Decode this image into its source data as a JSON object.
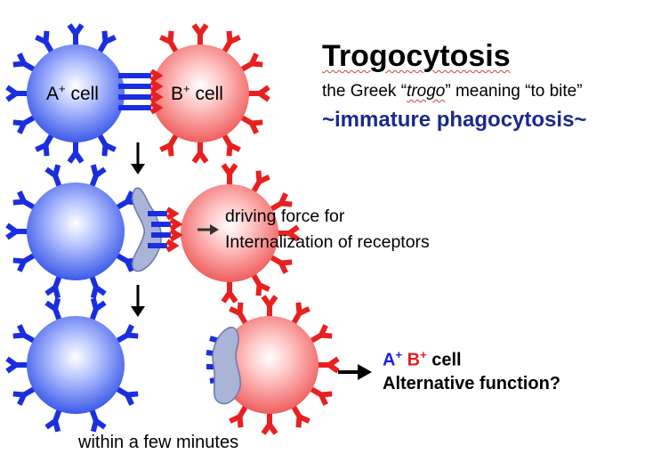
{
  "title": "Trogocytosis",
  "subtitle": {
    "prefix": "the Greek “",
    "word": "trogo",
    "suffix": "” meaning “to bite”"
  },
  "tagline": "~immature phagocytosis~",
  "cells": {
    "a_label": "A",
    "b_label": "B",
    "sup": "+",
    "suffix": " cell"
  },
  "force_text": {
    "line1": "driving force for",
    "line2": "Internalization of receptors"
  },
  "result": {
    "a": "A",
    "b": "B",
    "sup": "+",
    "cell": " cell",
    "question": "Alternative function?"
  },
  "footer": "within a few minutes",
  "colors": {
    "blue_cell": "#2f4ee8",
    "red_cell": "#ee5a5a",
    "blue_receptor": "#1a2ee0",
    "red_receptor": "#e82020",
    "fragment": "#a9b4d6",
    "tagline": "#1a2a8a"
  }
}
